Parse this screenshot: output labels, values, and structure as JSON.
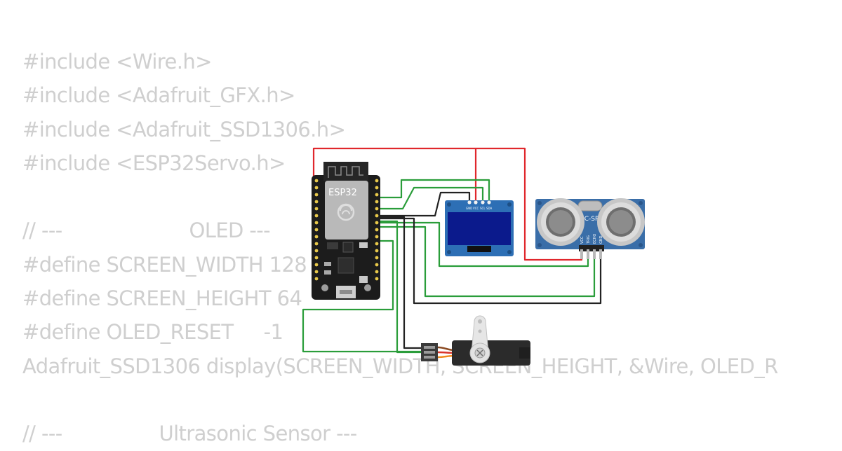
{
  "code_lines": [
    "#include <Wire.h>",
    "#include <Adafruit_GFX.h>",
    "#include <Adafruit_SSD1306.h>",
    "#include <ESP32Servo.h>",
    "",
    "// ---                     OLED ---",
    "#define SCREEN_WIDTH 128",
    "#define SCREEN_HEIGHT 64",
    "#define OLED_RESET     -1",
    "Adafruit_SSD1306 display(SCREEN_WIDTH, SCREEN_HEIGHT, &Wire, OLED_R",
    "",
    "// ---                Ultrasonic Sensor ---"
  ],
  "esp32": {
    "label": "ESP32"
  },
  "oled": {
    "pin_labels": [
      "GND",
      "VCC",
      "SCL",
      "SDA"
    ]
  },
  "hcsr04": {
    "label": "HC-SR04",
    "pin_labels": [
      "VCC",
      "TRIG",
      "ECHO",
      "GND"
    ]
  },
  "wire_colors": {
    "power": "#e0272c",
    "signal": "#2a9d3a",
    "ground": "#222222",
    "servo_signal": "#f08a1c",
    "servo_power": "#d9342b",
    "servo_ground": "#8b4a22"
  },
  "board_colors": {
    "esp32": "#1a1a1a",
    "oled_pcb": "#2d6fb5",
    "oled_screen": "#0b1a8c",
    "sensor_pcb": "#3a6ea8",
    "servo_body": "#2b2b2b"
  }
}
